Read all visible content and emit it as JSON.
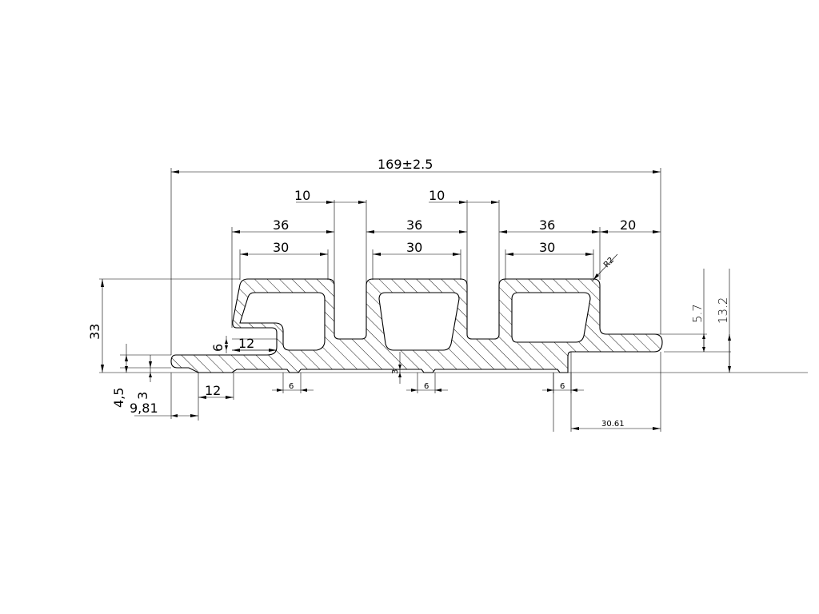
{
  "dimensions": {
    "overall_width": "169±2.5",
    "slot_width_1": "10",
    "slot_width_2": "10",
    "pitch_1": "36",
    "pitch_2": "36",
    "pitch_3": "36",
    "edge_right": "20",
    "cavity_1": "30",
    "cavity_2": "30",
    "cavity_3": "30",
    "radius": "R2",
    "height_total": "33",
    "tongue_height": "6",
    "tongue_length": "12",
    "lip_height": "4,5",
    "base_height": "3",
    "offset_left": "9,81",
    "foot_gap": "12",
    "foot_1": "6",
    "foot_2": "6",
    "foot_3": "6",
    "foot_height": "3",
    "right_step": "5.7",
    "right_height": "13.2",
    "right_length": "30.61"
  }
}
